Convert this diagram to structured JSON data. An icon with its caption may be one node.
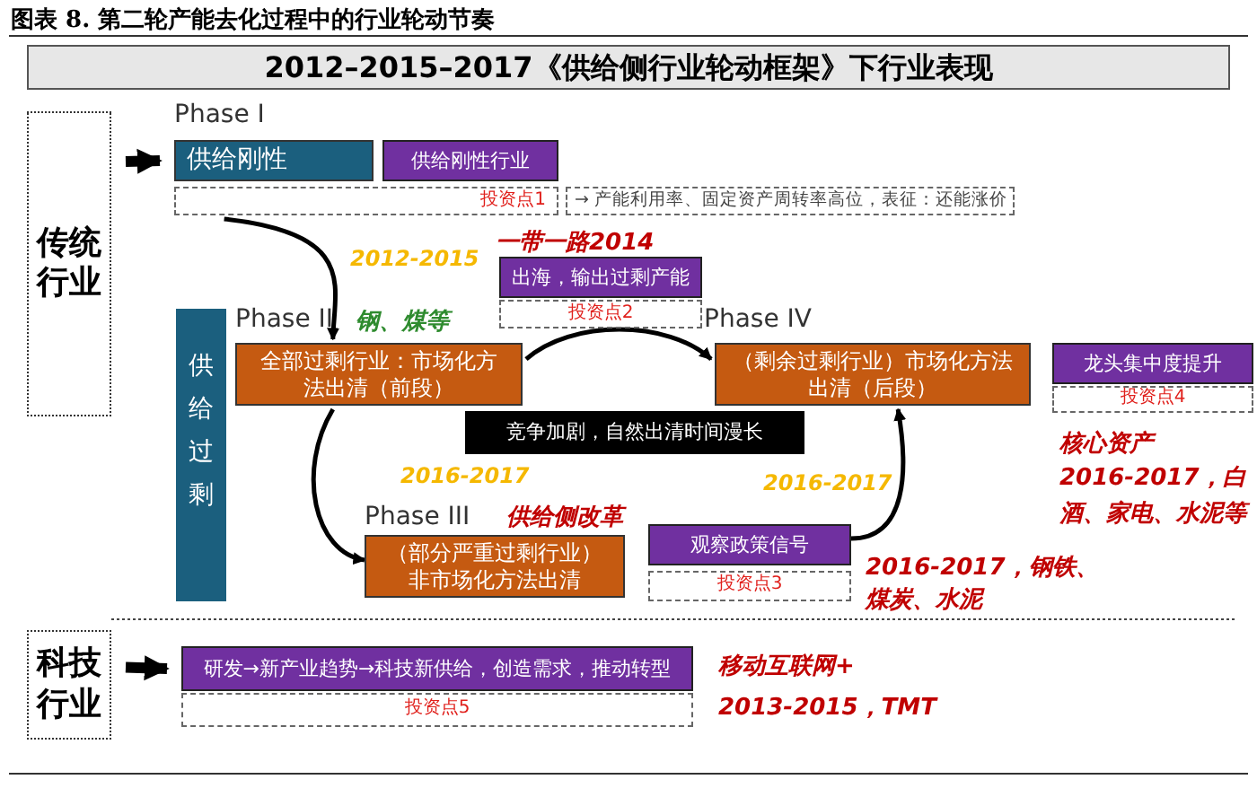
{
  "diagram": {
    "title": "图表 8. 第二轮产能去化过程中的行业轮动节奏",
    "nodes": [
      {
        "text": [
          "传统行业"
        ]
      },
      {
        "text": [
          "供给刚性"
        ],
        "beside": [
          "Phase I"
        ]
      },
      {
        "text": [
          "供给刚性行业"
        ]
      },
      {
        "text": [
          "投资点1"
        ]
      },
      {
        "text": [
          "→ 产能利用率、固定资产周转率高位，表征：还能涨价"
        ]
      },
      {
        "text": [
          "出海，输出过剩产能"
        ]
      },
      {
        "text": [
          "投资点2"
        ]
      },
      {
        "text": [
          "供给过剩"
        ]
      },
      {
        "text": [
          "全部过剩行业：市场化方法出清（前段）"
        ],
        "beside": [
          "Phase II"
        ]
      },
      {
        "text": [
          "（剩余过剩行业）市场化方法出清（后段）"
        ],
        "beside": [
          "Phase IV"
        ]
      },
      {
        "text": [
          "龙头集中度提升"
        ]
      },
      {
        "text": [
          "投资点4"
        ]
      },
      {
        "text": [
          "竞争加剧，自然出清时间漫长"
        ]
      },
      {
        "text": [
          "（部分严重过剩行业）非市场化方法出清"
        ],
        "beside": [
          "Phase III"
        ]
      },
      {
        "text": [
          "观察政策信号"
        ]
      },
      {
        "text": [
          "投资点3"
        ]
      },
      {
        "text": [
          "科技行业"
        ]
      },
      {
        "text": [
          "研发→新产业趋势→科技新供给，创造需求，推动转型"
        ]
      },
      {
        "text": [
          "投资点5"
        ]
      }
    ],
    "edges": [
      {
        "from": 0,
        "to": 1,
        "arrow": "to",
        "style": "thick"
      },
      {
        "from": 3,
        "to": 8,
        "arrow": "to",
        "label": "2012-2015"
      },
      {
        "from": 8,
        "to": 9,
        "arrow": "to"
      },
      {
        "from": 8,
        "to": 13,
        "arrow": "to",
        "label": "2016-2017"
      },
      {
        "from": 14,
        "to": 9,
        "arrow": "to",
        "label": "2016-2017"
      },
      {
        "from": 16,
        "to": 17,
        "arrow": "to",
        "style": "thick"
      }
    ],
    "labels": [
      "2012–2015–2017《供给侧行业轮动框架》下行业表现",
      "一带一路2014",
      "钢、煤等",
      "供给侧改革",
      "核心资产",
      "2016-2017，白酒、家电、水泥等",
      "2016-2017，钢铁、煤炭、水泥",
      "移动互联网+",
      "2013-2015，TMT"
    ]
  }
}
